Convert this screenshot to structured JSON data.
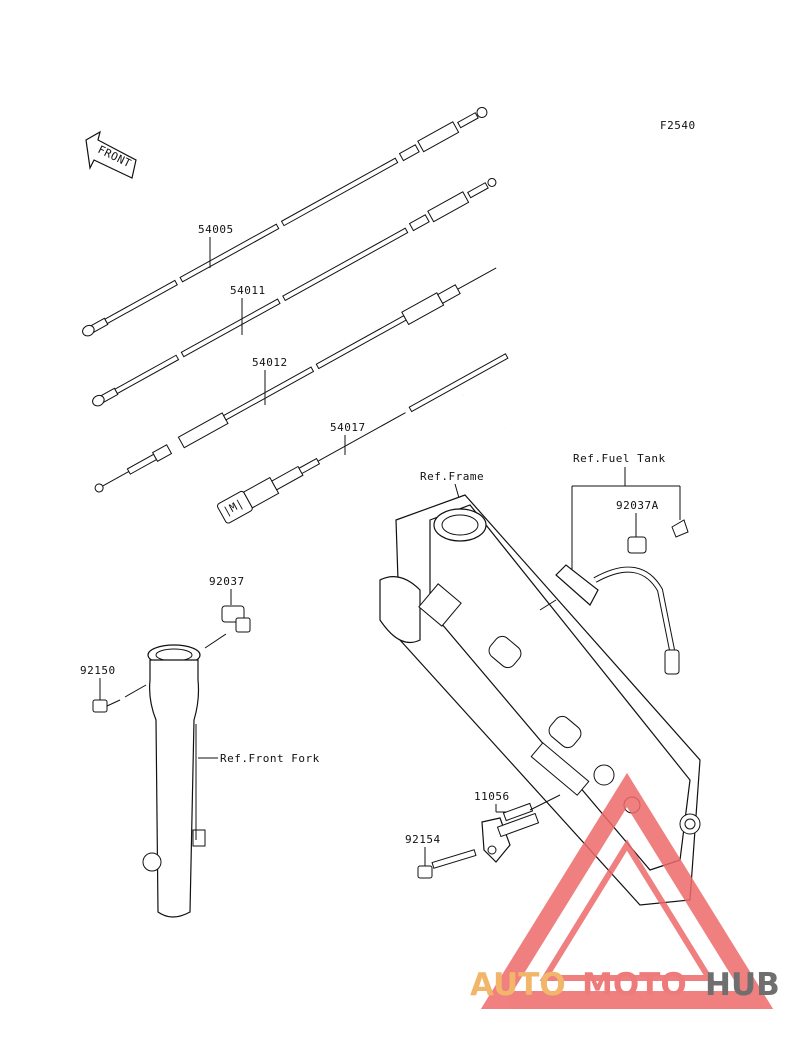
{
  "figure_code": "F2540",
  "front_arrow_text": "FRONT",
  "parts": {
    "p54005": "54005",
    "p54011": "54011",
    "p54012": "54012",
    "p54017": "54017",
    "p92037": "92037",
    "p92037A": "92037A",
    "p92150": "92150",
    "p92154": "92154",
    "p11056": "11056"
  },
  "refs": {
    "fuel_tank": "Ref.Fuel Tank",
    "frame": "Ref.Frame",
    "front_fork": "Ref.Front Fork"
  },
  "choke_knob_text": "|M|",
  "watermark": {
    "part1": "AUTO",
    "part2": "MOTO",
    "part3": "HUB",
    "colors": {
      "auto": "#f2b66a",
      "moto": "#ee7a7a",
      "hub": "#6f6f6f",
      "triangle": "#ee6b6b"
    }
  }
}
